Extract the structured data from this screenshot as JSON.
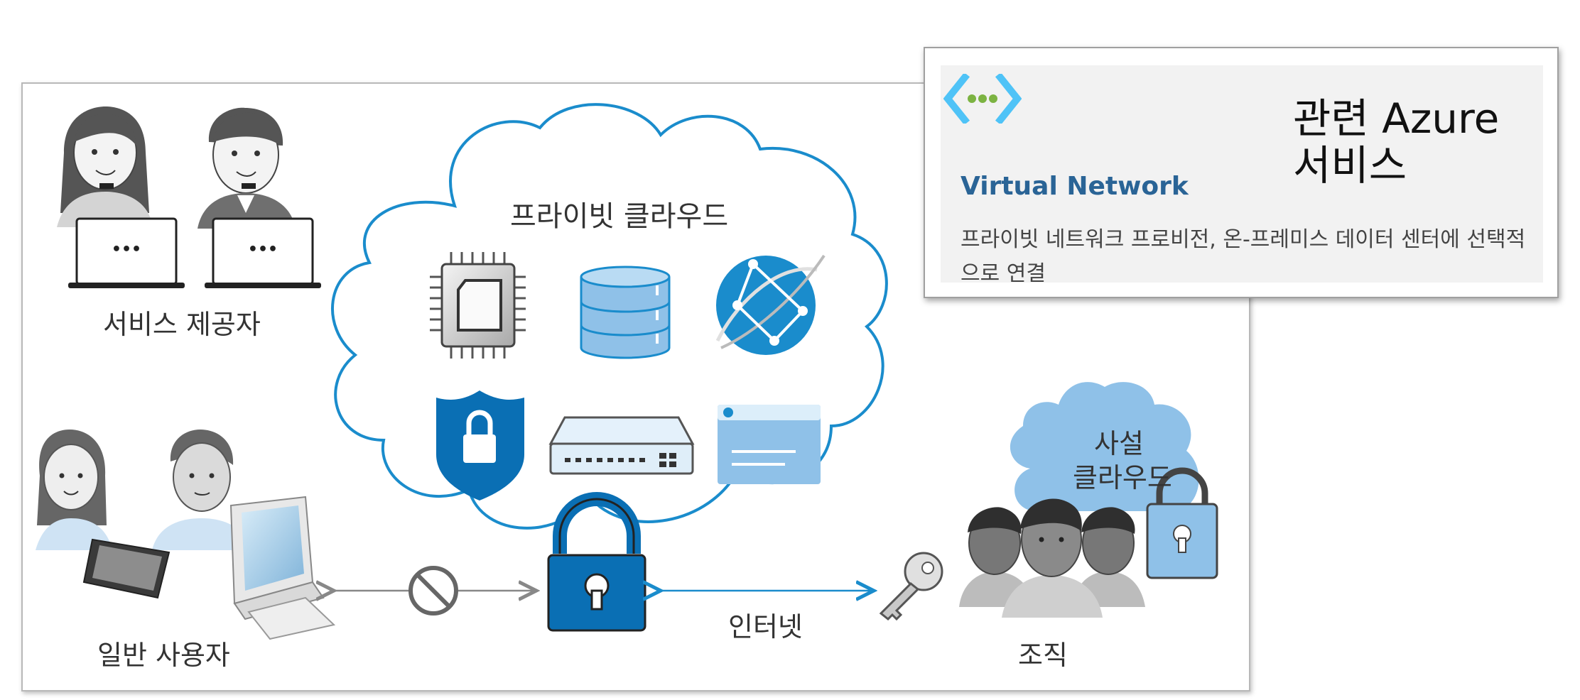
{
  "diagram": {
    "private_cloud_label": "프라이빗 클라우드",
    "service_provider_label": "서비스 제공자",
    "general_user_label": "일반 사용자",
    "internet_label": "인터넷",
    "organization_label": "조직",
    "private_cloud_small_line1": "사설",
    "private_cloud_small_line2": "클라우드",
    "laptop_dots": "•••"
  },
  "popup": {
    "service_name": "Virtual Network",
    "heading_line1": "관련 Azure",
    "heading_line2": "서비스",
    "description": "프라이빗 네트워크 프로비전, 온-프레미스 데이터 센터에 선택적으로 연결"
  },
  "colors": {
    "accent_blue": "#1a8ccc",
    "dark_blue": "#0a6fb4",
    "light_blue": "#8fc1e8",
    "vnet_icon_cyan": "#4fc3f7",
    "vnet_dots_green": "#7cb342",
    "vnet_title": "#2a6496"
  }
}
